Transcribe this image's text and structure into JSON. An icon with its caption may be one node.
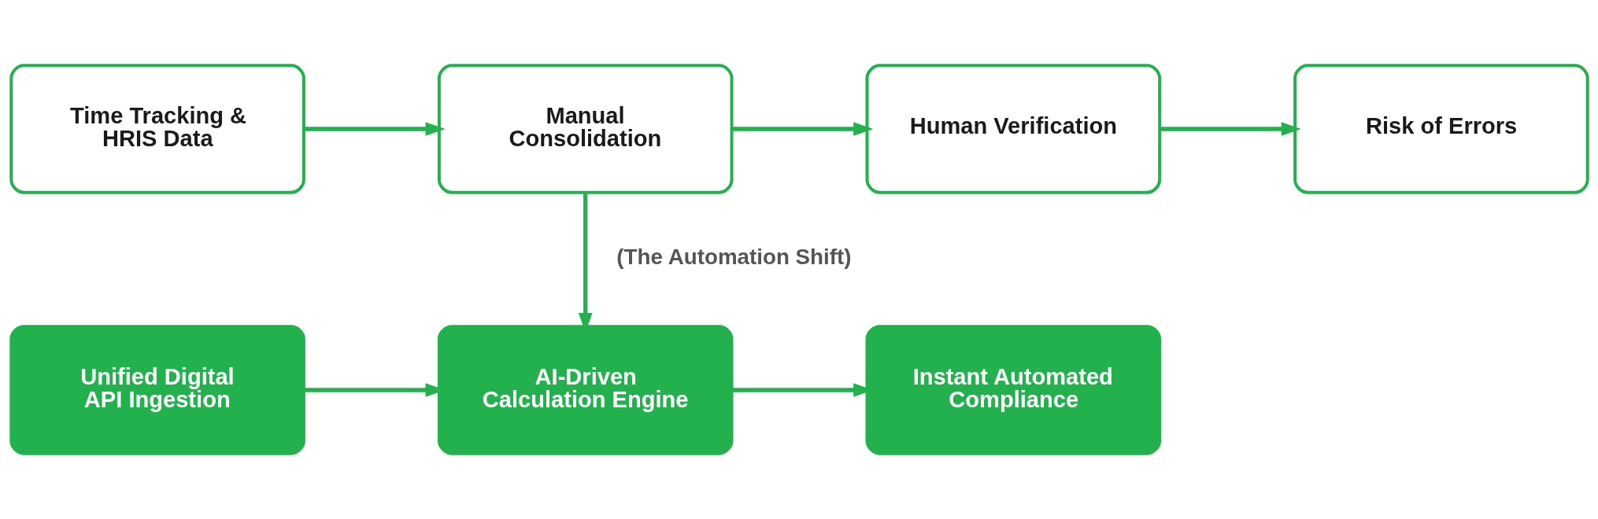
{
  "diagram": {
    "nodes": [
      {
        "text": [
          "Time Tracking & HRIS Data"
        ]
      },
      {
        "text": [
          "Manual Consolidation"
        ]
      },
      {
        "text": [
          "Human Verification"
        ]
      },
      {
        "text": [
          "Risk of Errors"
        ]
      },
      {
        "text": [
          "Unified Digital API Ingestion"
        ]
      },
      {
        "text": [
          "AI-Driven Calculation Engine"
        ]
      },
      {
        "text": [
          "Instant Automated Compliance"
        ]
      }
    ],
    "edges": [
      {
        "from": 0,
        "to": 1,
        "arrow": "to"
      },
      {
        "from": 1,
        "to": 2,
        "arrow": "to"
      },
      {
        "from": 2,
        "to": 3,
        "arrow": "to"
      },
      {
        "from": 1,
        "to": 5,
        "arrow": "to",
        "label": "(The Automation Shift)"
      },
      {
        "from": 4,
        "to": 5,
        "arrow": "to"
      },
      {
        "from": 5,
        "to": 6,
        "arrow": "to"
      }
    ]
  }
}
